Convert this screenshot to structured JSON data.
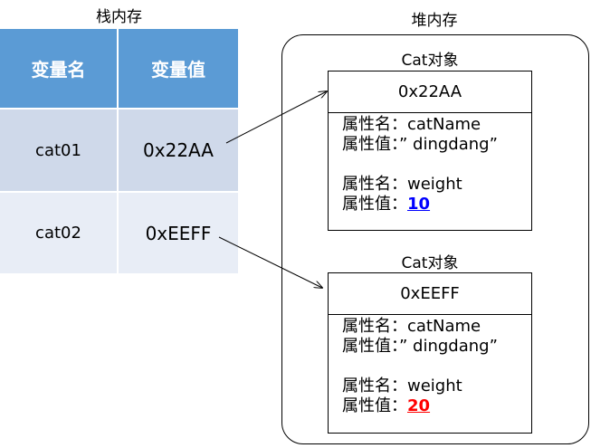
{
  "stack": {
    "title": "栈内存",
    "headers": [
      "变量名",
      "变量值"
    ],
    "rows": [
      {
        "name": "cat01",
        "value": "0x22AA"
      },
      {
        "name": "cat02",
        "value": "0xEEFF"
      }
    ]
  },
  "heap": {
    "title": "堆内存",
    "objects": [
      {
        "title": "Cat对象",
        "address": "0x22AA",
        "prop1_label": "属性名：",
        "prop1_value": "catName",
        "val1_label": "属性值：",
        "val1_value": "” dingdang”",
        "prop2_label": "属性名：",
        "prop2_value": "weight",
        "val2_label": "属性值：",
        "val2_value": "10",
        "val2_color": "#0000ff"
      },
      {
        "title": "Cat对象",
        "address": "0xEEFF",
        "prop1_label": "属性名：",
        "prop1_value": "catName",
        "val1_label": "属性值：",
        "val1_value": "” dingdang”",
        "prop2_label": "属性名：",
        "prop2_value": "weight",
        "val2_label": "属性值：",
        "val2_value": "20",
        "val2_color": "#ff0000"
      }
    ]
  },
  "colors": {
    "header_bg": "#5b9bd5",
    "row1_bg": "#cfd9ea",
    "row2_bg": "#e8edf6"
  }
}
